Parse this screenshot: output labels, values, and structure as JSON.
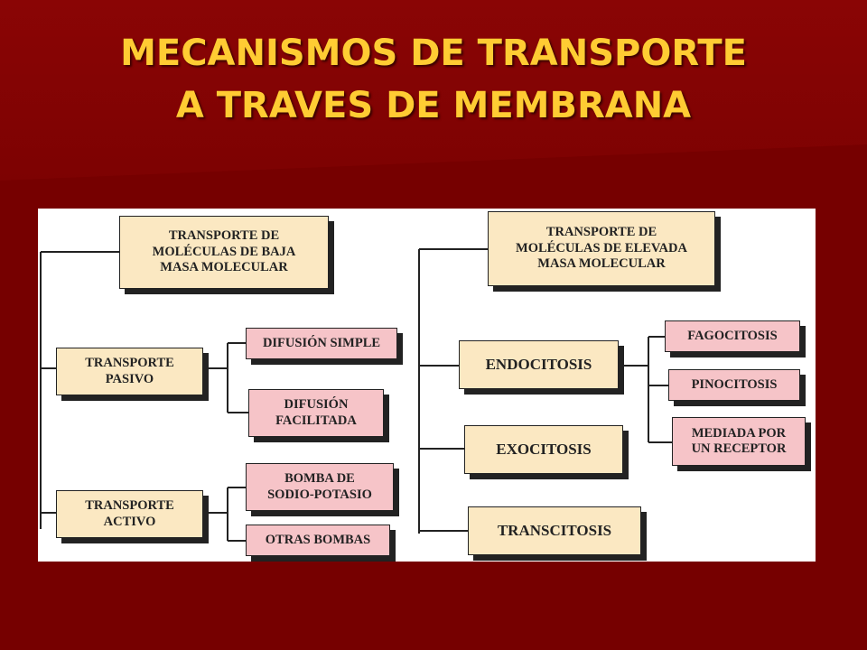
{
  "slide": {
    "title_line1": "MECANISMOS DE TRANSPORTE",
    "title_line2": "A TRAVES DE MEMBRANA"
  },
  "diagram": {
    "left": {
      "header": [
        "TRANSPORTE DE",
        "MOLÉCULAS DE BAJA",
        "MASA MOLECULAR"
      ],
      "pasivo": {
        "label": [
          "TRANSPORTE",
          "PASIVO"
        ],
        "children": [
          [
            "DIFUSIÓN SIMPLE"
          ],
          [
            "DIFUSIÓN",
            "FACILITADA"
          ]
        ]
      },
      "activo": {
        "label": [
          "TRANSPORTE",
          "ACTIVO"
        ],
        "children": [
          [
            "BOMBA DE",
            "SODIO-POTASIO"
          ],
          [
            "OTRAS BOMBAS"
          ]
        ]
      }
    },
    "right": {
      "header": [
        "TRANSPORTE DE",
        "MOLÉCULAS DE ELEVADA",
        "MASA MOLECULAR"
      ],
      "endocitosis": {
        "label": "ENDOCITOSIS",
        "children": [
          [
            "FAGOCITOSIS"
          ],
          [
            "PINOCITOSIS"
          ],
          [
            "MEDIADA POR",
            "UN RECEPTOR"
          ]
        ]
      },
      "exocitosis": "EXOCITOSIS",
      "transcitosis": "TRANSCITOSIS"
    }
  },
  "colors": {
    "background": "#7a0000",
    "title": "#ffcc33",
    "cream_box": "#fbe8c2",
    "pink_box": "#f6c4c8"
  }
}
